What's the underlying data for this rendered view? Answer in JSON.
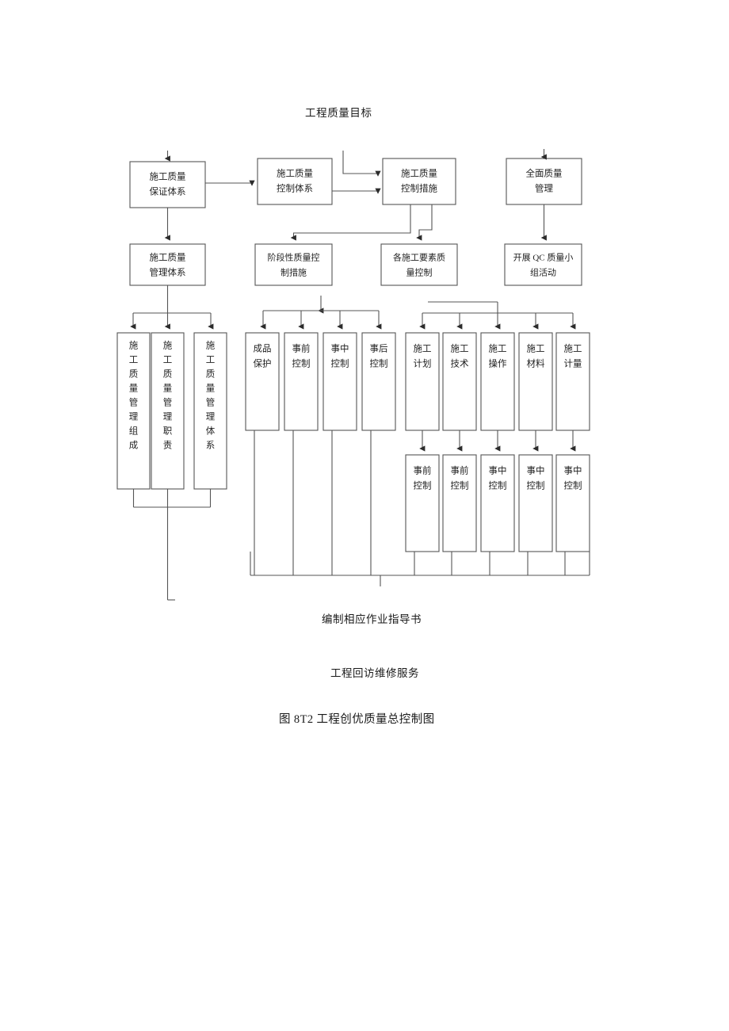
{
  "document": {
    "title_label": "工程质量目标",
    "note_1": "编制相应作业指导书",
    "note_2": "工程回访维修服务",
    "figure_caption": "图 8T2 工程创优质量总控制图"
  },
  "chart_data": {
    "type": "diagram",
    "title": "工程质量目标",
    "caption": "图 8T2 工程创优质量总控制图",
    "row1": [
      {
        "id": "r1c1",
        "text": "施工质量\n保证体系",
        "lines": [
          "施工质量",
          "保证体系"
        ]
      },
      {
        "id": "r1c2",
        "text": "施工质量\n控制体系",
        "lines": [
          "施工质量",
          "控制体系"
        ]
      },
      {
        "id": "r1c3",
        "text": "施工质量\n控制措施",
        "lines": [
          "施工质量",
          "控制措施"
        ]
      },
      {
        "id": "r1c4",
        "text": "全面质量\n管理",
        "lines": [
          "全面质量",
          "管理"
        ]
      }
    ],
    "row2": [
      {
        "id": "r2c1",
        "text": "施工质量\n管理体系",
        "lines": [
          "施工质量",
          "管理体系"
        ]
      },
      {
        "id": "r2c2",
        "text": "阶段性质量控\n制措施",
        "lines": [
          "阶段性质量控",
          "制措施"
        ]
      },
      {
        "id": "r2c3",
        "text": "各施工要素质\n量控制",
        "lines": [
          "各施工要素质",
          "量控制"
        ]
      },
      {
        "id": "r2c4",
        "text": "开展 QC 质量小\n组活动",
        "lines": [
          "开展 QC 质量小",
          "组活动"
        ]
      }
    ],
    "group_left": [
      {
        "id": "g1c1",
        "lines": [
          "施",
          "工",
          "质",
          "量",
          "管",
          "理",
          "组",
          "成"
        ]
      },
      {
        "id": "g1c2",
        "lines": [
          "施",
          "工",
          "质",
          "量",
          "管",
          "理",
          "职",
          "责"
        ]
      },
      {
        "id": "g1c3",
        "lines": [
          "施",
          "工",
          "质",
          "量",
          "管",
          "理",
          "体",
          "系"
        ]
      }
    ],
    "group_mid": [
      {
        "id": "g2c1",
        "lines": [
          "成品",
          "保护"
        ]
      },
      {
        "id": "g2c2",
        "lines": [
          "事前",
          "控制"
        ]
      },
      {
        "id": "g2c3",
        "lines": [
          "事中",
          "控制"
        ]
      },
      {
        "id": "g2c4",
        "lines": [
          "事后",
          "控制"
        ]
      }
    ],
    "group_right_top": [
      {
        "id": "g3c1",
        "lines": [
          "施工",
          "计划"
        ]
      },
      {
        "id": "g3c2",
        "lines": [
          "施工",
          "技术"
        ]
      },
      {
        "id": "g3c3",
        "lines": [
          "施工",
          "操作"
        ]
      },
      {
        "id": "g3c4",
        "lines": [
          "施工",
          "材料"
        ]
      },
      {
        "id": "g3c5",
        "lines": [
          "施工",
          "计量"
        ]
      }
    ],
    "group_right_bottom": [
      {
        "id": "g4c1",
        "lines": [
          "事前",
          "控制"
        ]
      },
      {
        "id": "g4c2",
        "lines": [
          "事前",
          "控制"
        ]
      },
      {
        "id": "g4c3",
        "lines": [
          "事中",
          "控制"
        ]
      },
      {
        "id": "g4c4",
        "lines": [
          "事中",
          "控制"
        ]
      },
      {
        "id": "g4c5",
        "lines": [
          "事中",
          "控制"
        ]
      }
    ],
    "colors": {
      "box_stroke": "#555555",
      "box_fill": "#ffffff",
      "text": "#1f1f1f",
      "background": "#ffffff"
    }
  }
}
